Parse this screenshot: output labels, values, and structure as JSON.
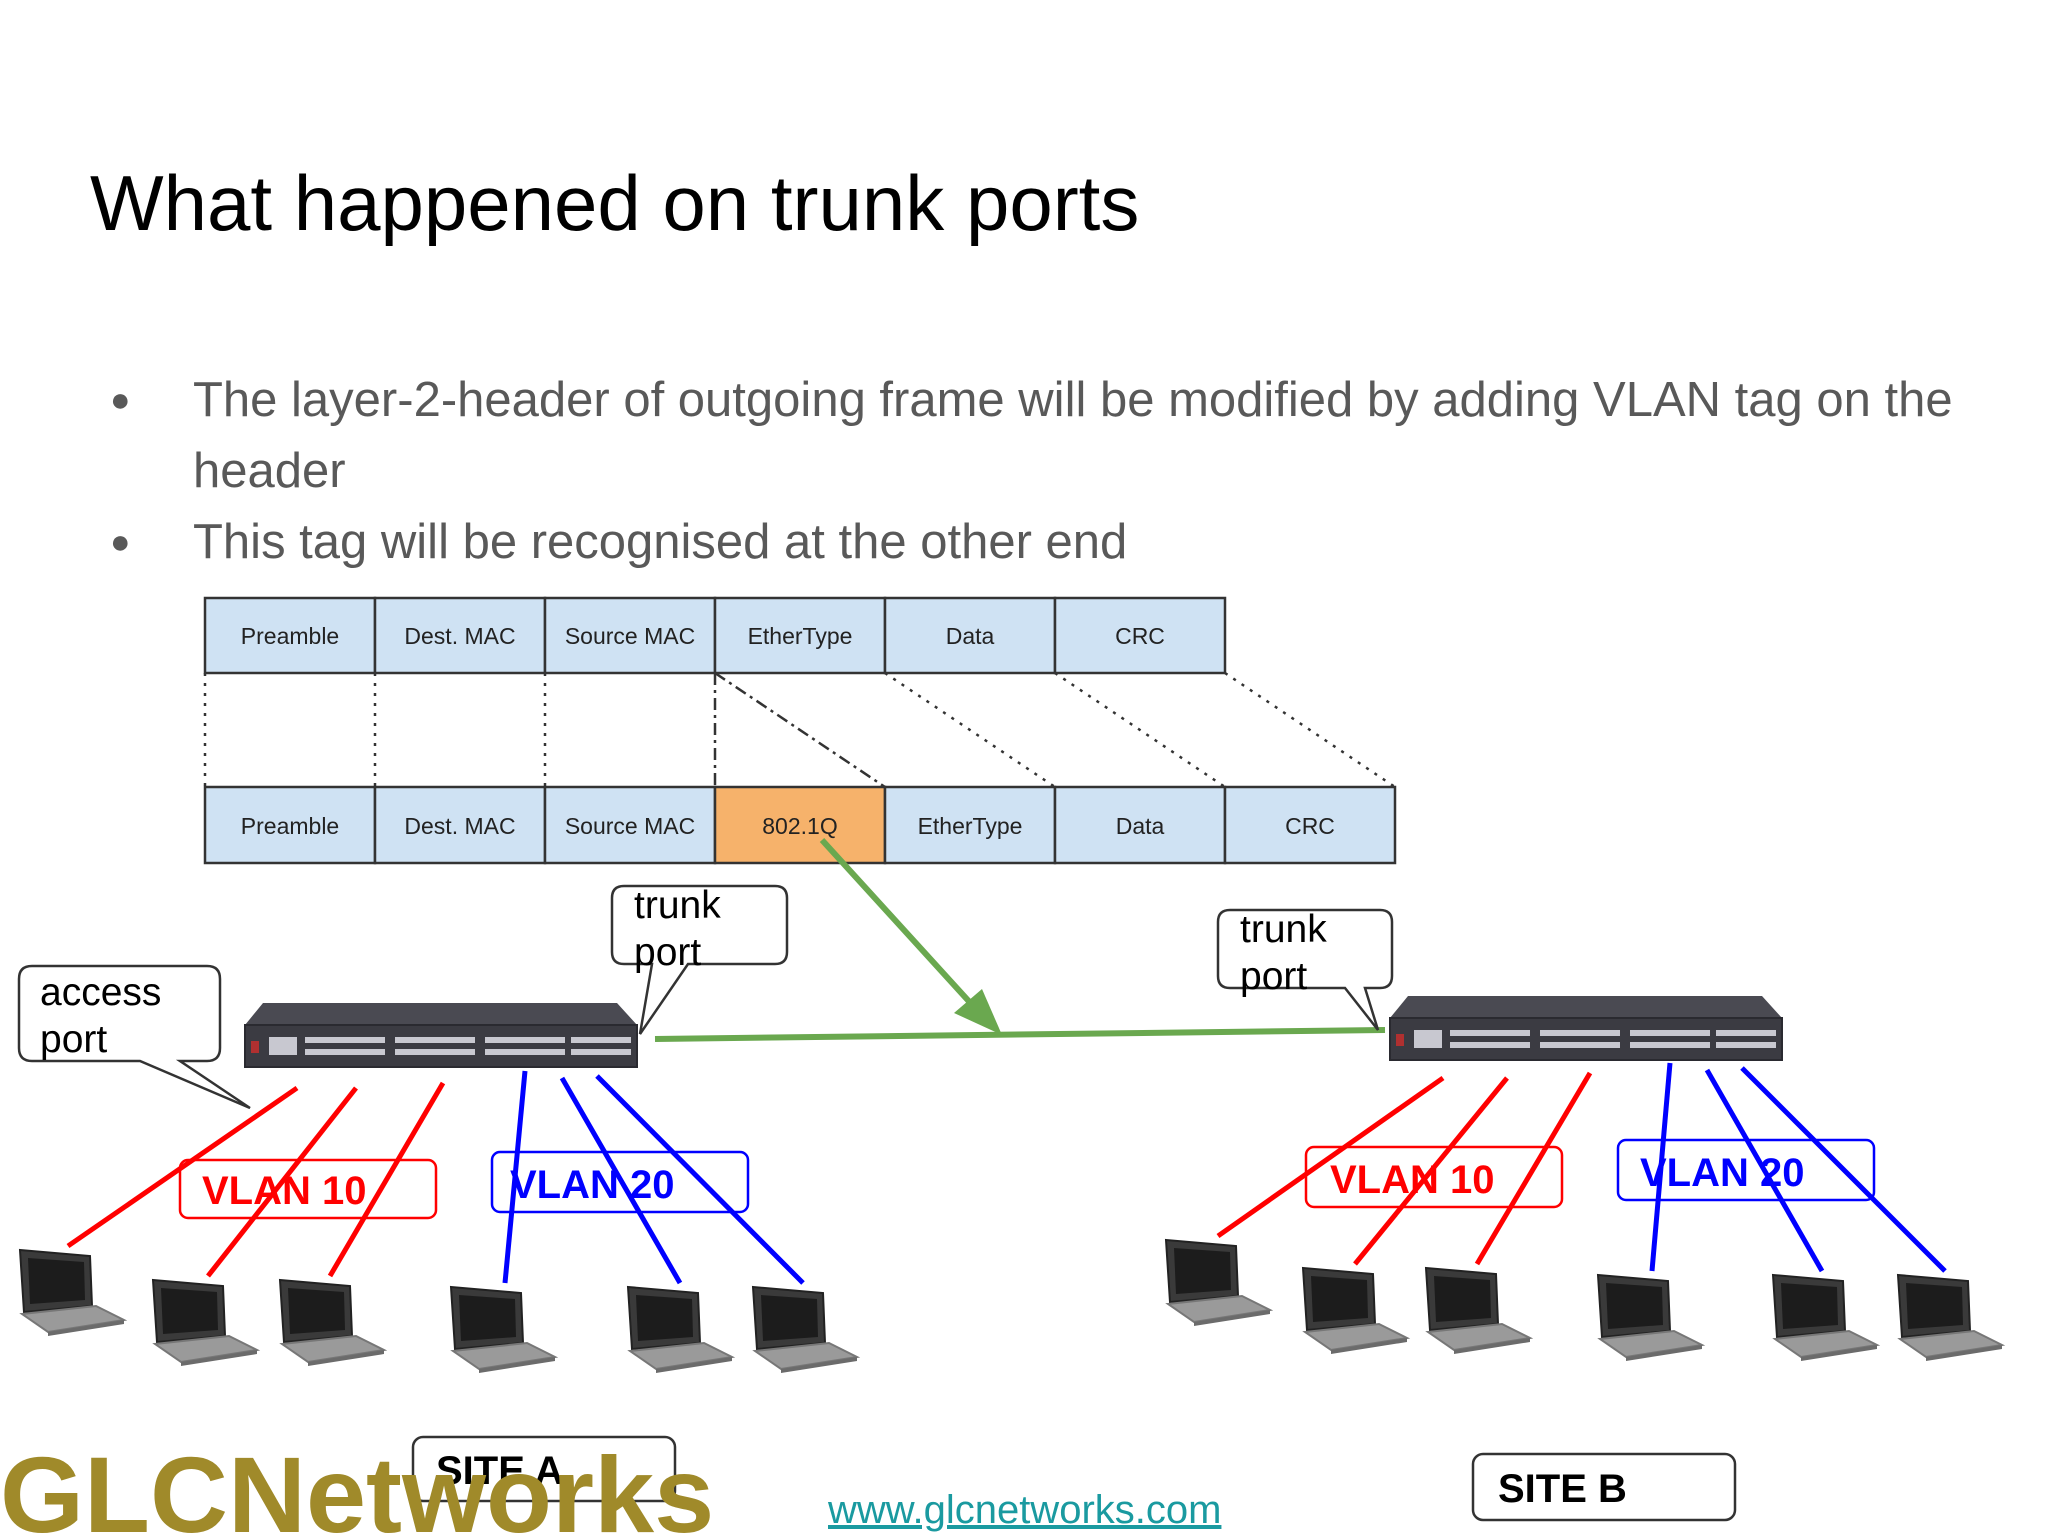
{
  "slide": {
    "title": "What happened on trunk ports",
    "bullets": [
      "The layer-2-header of outgoing frame will be modified by adding VLAN tag on the header",
      "This tag will be recognised at the other end"
    ]
  },
  "frames": {
    "original": [
      "Preamble",
      "Dest. MAC",
      "Source MAC",
      "EtherType",
      "Data",
      "CRC"
    ],
    "tagged": [
      "Preamble",
      "Dest. MAC",
      "Source MAC",
      "802.1Q",
      "EtherType",
      "Data",
      "CRC"
    ]
  },
  "callouts": {
    "access_port": [
      "access",
      "port"
    ],
    "trunk_port_a": [
      "trunk",
      "port"
    ],
    "trunk_port_b": [
      "trunk",
      "port"
    ]
  },
  "vlans": {
    "a_vlan10": "VLAN 10",
    "a_vlan20": "VLAN 20",
    "b_vlan10": "VLAN 10",
    "b_vlan20": "VLAN 20"
  },
  "sites": {
    "a": "SITE A",
    "b": "SITE B"
  },
  "footer": {
    "url": "www.glcnetworks.com",
    "logo": "GLCNetworks"
  },
  "colors": {
    "frame_fill": "#cfe2f3",
    "tag_fill": "#f6b26b",
    "vlan10": "#ff0000",
    "vlan20": "#0000ff",
    "trunk_link": "#6aa84f",
    "logo": "#a08a2a"
  }
}
